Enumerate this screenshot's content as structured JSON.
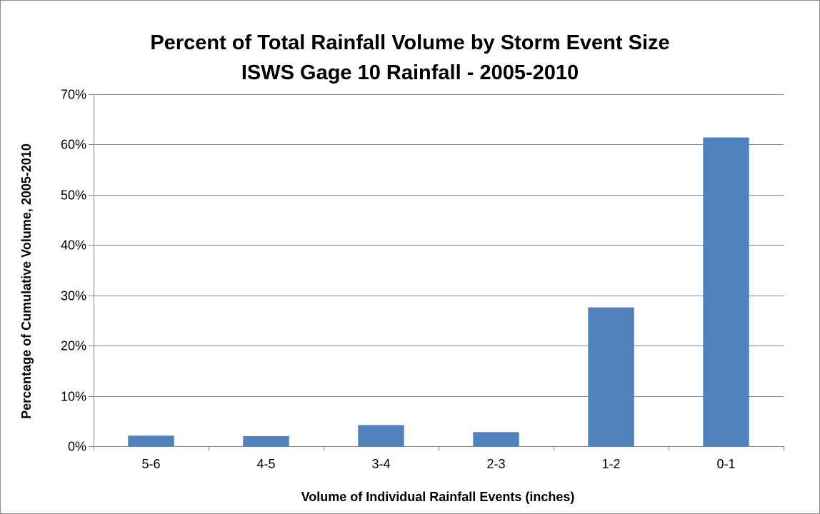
{
  "chart_data": {
    "type": "bar",
    "title": "Percent of Total Rainfall Volume by Storm Event Size",
    "subtitle": "ISWS Gage 10 Rainfall - 2005-2010",
    "xlabel": "Volume of Individual Rainfall Events (inches)",
    "ylabel": "Percentage of Cumulative Volume, 2005-2010",
    "categories": [
      "5-6",
      "4-5",
      "3-4",
      "2-3",
      "1-2",
      "0-1"
    ],
    "values": [
      2.1,
      2.0,
      4.2,
      2.8,
      27.6,
      61.4
    ],
    "ylim": [
      0,
      70
    ],
    "y_ticks": [
      0,
      10,
      20,
      30,
      40,
      50,
      60,
      70
    ],
    "y_tick_labels": [
      "0%",
      "10%",
      "20%",
      "30%",
      "40%",
      "50%",
      "60%",
      "70%"
    ],
    "grid": true,
    "legend": "none",
    "bar_color": "#4f81bd"
  }
}
